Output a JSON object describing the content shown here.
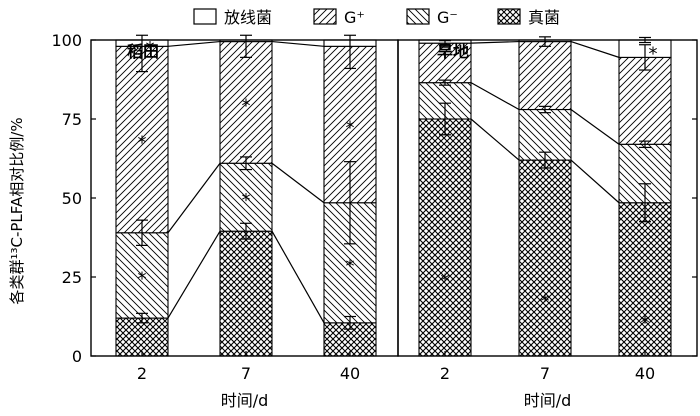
{
  "chart_data": {
    "type": "bar",
    "stacked": true,
    "legend": {
      "placement": "top",
      "entries": [
        {
          "name": "放线菌",
          "pattern": "empty"
        },
        {
          "name": "G⁺",
          "pattern": "hatch-forward"
        },
        {
          "name": "G⁻",
          "pattern": "hatch-backward"
        },
        {
          "name": "真菌",
          "pattern": "crosshatch"
        }
      ]
    },
    "ylabel": "各类群¹³C-PLFA相对比例/%",
    "ylim": [
      0,
      100
    ],
    "yticks": [
      "0",
      "25",
      "50",
      "75",
      "100"
    ],
    "categories": [
      "2",
      "7",
      "40"
    ],
    "panels": [
      {
        "title": "稻田",
        "xlabel": "时间/d",
        "cumulative": {
          "真菌": [
            12,
            39.5,
            10.5
          ],
          "G⁻": [
            39,
            61,
            48.5
          ],
          "G⁺": [
            98,
            99.5,
            98
          ],
          "放线菌": [
            100,
            100,
            100
          ]
        },
        "errors": {
          "真菌": [
            1.5,
            2.5,
            2
          ],
          "G⁻": [
            4,
            2,
            13
          ],
          "G⁺": [
            8,
            5,
            7
          ],
          "放线菌": [
            0,
            0,
            0
          ]
        },
        "asterisks": {
          "真菌": [
            "",
            "",
            ""
          ],
          "G⁻": [
            "*",
            "*",
            "*"
          ],
          "G⁺": [
            "*",
            "*",
            "*"
          ],
          "放线菌": [
            "*",
            "",
            ""
          ]
        }
      },
      {
        "title": "旱地",
        "xlabel": "时间/d",
        "cumulative": {
          "真菌": [
            75,
            62,
            48.5
          ],
          "G⁻": [
            86.5,
            78,
            67
          ],
          "G⁺": [
            99,
            99.5,
            94.5
          ],
          "放线菌": [
            100,
            100,
            100
          ]
        },
        "errors": {
          "真菌": [
            5,
            2.5,
            6
          ],
          "G⁻": [
            0.8,
            1,
            1
          ],
          "G⁺": [
            0.8,
            1.5,
            4
          ],
          "放线菌": [
            0,
            0,
            0.8
          ]
        },
        "asterisks": {
          "真菌": [
            "*",
            "*",
            "*"
          ],
          "G⁻": [
            "",
            "",
            ""
          ],
          "G⁺": [
            "",
            "",
            ""
          ],
          "放线菌": [
            "",
            "",
            "*"
          ]
        }
      }
    ]
  }
}
